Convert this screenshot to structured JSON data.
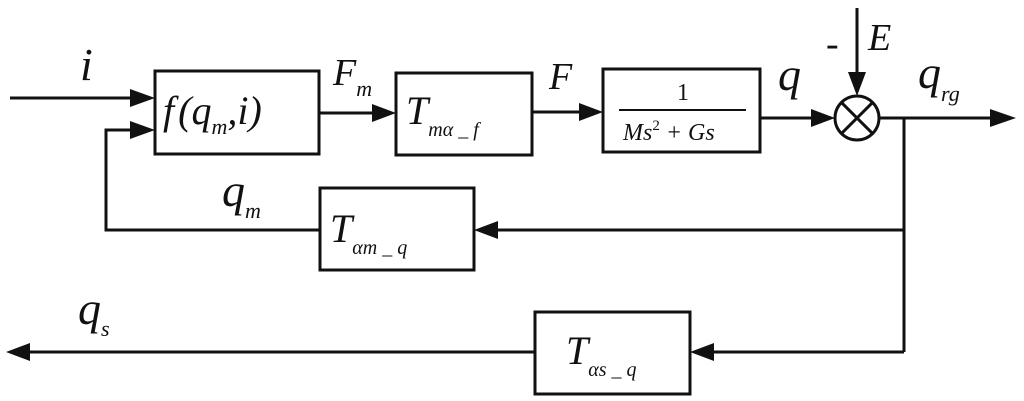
{
  "signals": {
    "input": "i",
    "force_m": {
      "base": "F",
      "sub": "m"
    },
    "force": "F",
    "displacement": "q",
    "disturbance": "E",
    "disturbance_sign": "-",
    "output": {
      "base": "q",
      "sub": "rg"
    },
    "feedback": {
      "base": "q",
      "sub": "m"
    },
    "sensor_output": {
      "base": "q",
      "sub": "s"
    }
  },
  "blocks": {
    "nonlinear": {
      "prefix": "f",
      "open": "(",
      "arg_base": "q",
      "arg_sub": "m",
      "rest": ",i)"
    },
    "t_m_alpha_f": {
      "base": "T",
      "sub": "mα _ f"
    },
    "plant": {
      "numerator": "1",
      "den_a": "Ms",
      "den_exp": "2",
      "den_b": " + Gs"
    },
    "t_alpha_m_q": {
      "base": "T",
      "sub": "αm _ q"
    },
    "t_alpha_s_q": {
      "base": "T",
      "sub": "αs _ q"
    }
  }
}
